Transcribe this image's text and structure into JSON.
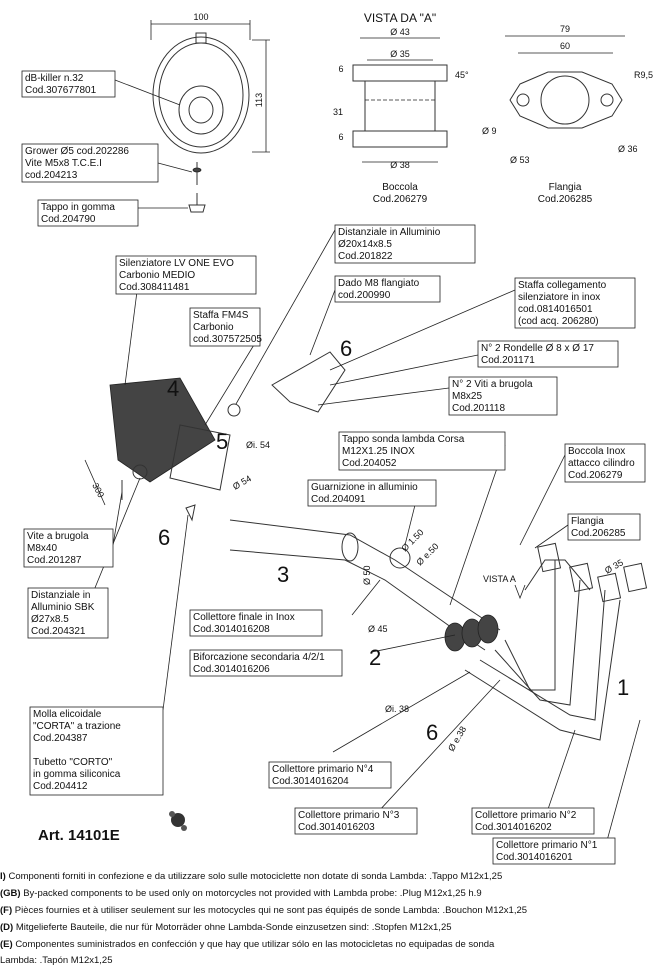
{
  "views": {
    "top_width": "100",
    "top_height": "113",
    "vista_title": "VISTA DA \"A\"",
    "bush_d1": "Ø 43",
    "bush_d2": "Ø 35",
    "bush_d3": "Ø 38",
    "bush_h1": "6",
    "bush_h2": "31",
    "bush_h3": "6",
    "bush_angle": "45°",
    "bush_caption_1": "Boccola",
    "bush_caption_2": "Cod.206279",
    "fl_79": "79",
    "fl_60": "60",
    "fl_r": "R9,5",
    "fl_d9": "Ø 9",
    "fl_d53": "Ø 53",
    "fl_d36": "Ø 36",
    "fl_caption_1": "Flangia",
    "fl_caption_2": "Cod.206285"
  },
  "labels": {
    "dbkiller": [
      "dB-killer n.32",
      "Cod.307677801"
    ],
    "grower": [
      "Grower Ø5 cod.202286",
      "Vite M5x8 T.C.E.I",
      "cod.204213"
    ],
    "tappo_gomma": [
      "Tappo in gomma",
      "Cod.204790"
    ],
    "silenziatore": [
      "Silenziatore LV ONE EVO",
      "Carbonio MEDIO",
      "Cod.308411481"
    ],
    "staffa_fm4s": [
      "Staffa FM4S",
      "Carbonio",
      "cod.307572505"
    ],
    "distanziale_all": [
      "Distanziale in Alluminio",
      "Ø20x14x8.5",
      "Cod.201822"
    ],
    "dado": [
      "Dado M8 flangiato",
      "cod.200990"
    ],
    "staffa_coll": [
      "Staffa collegamento",
      "silenziatore in inox",
      "cod.0814016501",
      "(cod acq. 206280)"
    ],
    "rondelle": [
      "N° 2 Rondelle  Ø 8 x Ø 17",
      "Cod.201171"
    ],
    "viti": [
      "N° 2 Viti a brugola",
      "M8x25",
      "Cod.201118"
    ],
    "tappo_sonda": [
      "Tappo sonda lambda Corsa",
      "M12X1.25 INOX",
      "Cod.204052"
    ],
    "boccola_inox": [
      "Boccola Inox",
      "attacco cilindro",
      "Cod.206279"
    ],
    "guarnizione": [
      "Guarnizione in alluminio",
      "Cod.204091"
    ],
    "flangia": [
      "Flangia",
      "Cod.206285"
    ],
    "vite_brugola": [
      "Vite a brugola",
      "M8x40",
      "Cod.201287"
    ],
    "distanziale_sbk": [
      "Distanziale in",
      "Alluminio SBK",
      "Ø27x8.5",
      "Cod.204321"
    ],
    "collettore_finale": [
      "Collettore finale in Inox",
      "Cod.3014016208"
    ],
    "biforcazione": [
      "Biforcazione secondaria 4/2/1",
      "Cod.3014016206"
    ],
    "molla": [
      "Molla elicoidale",
      "\"CORTA\" a trazione",
      "Cod.204387",
      "",
      "Tubetto \"CORTO\"",
      "in gomma siliconica",
      "Cod.204412"
    ],
    "coll4": [
      "Collettore primario N°4",
      "Cod.3014016204"
    ],
    "coll3": [
      "Collettore primario N°3",
      "Cod.3014016203"
    ],
    "coll2": [
      "Collettore primario N°2",
      "Cod.3014016202"
    ],
    "coll1": [
      "Collettore primario N°1",
      "Cod.3014016201"
    ]
  },
  "numbers": [
    "4",
    "5",
    "6",
    "6",
    "3",
    "2",
    "6",
    "1"
  ],
  "dims": {
    "d54a": "Øi. 54",
    "d54b": "Ø 54",
    "len300": "300",
    "d150": "Ø 1.50",
    "de50": "Ø e.50",
    "d50": "Ø 50",
    "d45": "Ø 45",
    "di38": "Øi. 38",
    "de38": "Ø e.38",
    "d35": "Ø 35",
    "vista_a": "VISTA A"
  },
  "article": "Art. 14101E",
  "footer": [
    {
      "prefix": "I) ",
      "text": "Componenti forniti in confezione e da utilizzare solo sulle motociclette non dotate di sonda Lambda: .Tappo M12x1,25"
    },
    {
      "prefix": "(GB) ",
      "text": "By-packed components to be used only on motorcycles not provided with Lambda probe: .Plug M12x1,25 h.9"
    },
    {
      "prefix": "(F) ",
      "text": "Pièces fournies et à utiliser seulement sur les motocycles qui ne sont pas équipés de sonde Lambda: .Bouchon M12x1,25"
    },
    {
      "prefix": "(D) ",
      "text": "Mitgelieferte Bauteile, die nur für Motorräder ohne Lambda-Sonde einzusetzen sind: .Stopfen M12x1,25"
    },
    {
      "prefix": "(E) ",
      "text": "Componentes suministrados en confección y que hay que utilizar sólo en las motocicletas no equipadas de sonda"
    },
    {
      "prefix": "",
      "text": "Lambda: .Tapón M12x1,25"
    }
  ]
}
